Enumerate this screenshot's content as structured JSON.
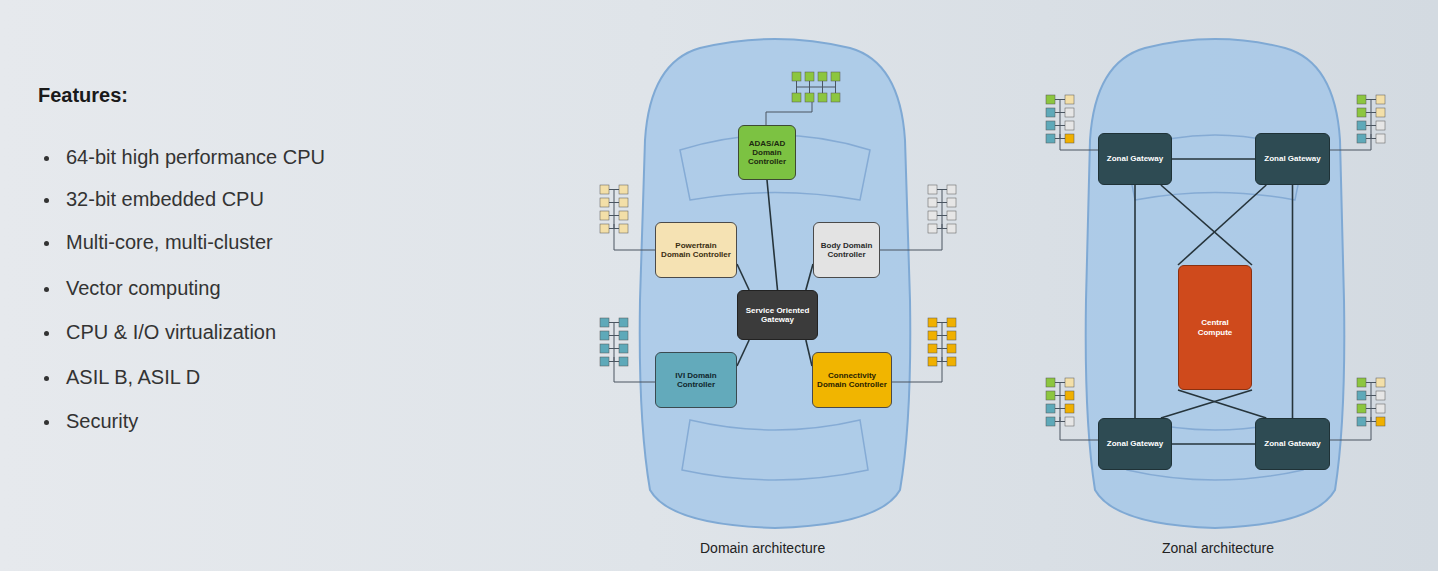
{
  "diagram": {
    "title": "Features:",
    "nodes": [
      {
        "text": [
          "ADAS/AD Domain Controller"
        ]
      },
      {
        "text": [
          "Powertrain Domain Controller"
        ]
      },
      {
        "text": [
          "Body Domain Controller"
        ]
      },
      {
        "text": [
          "Service Oriented Gateway"
        ]
      },
      {
        "text": [
          "IVI Domain Controller"
        ]
      },
      {
        "text": [
          "Connectivity Domain Controller"
        ]
      },
      {
        "text": [
          "Zonal Gateway"
        ]
      },
      {
        "text": [
          "Zonal Gateway"
        ]
      },
      {
        "text": [
          "Central Compute"
        ]
      },
      {
        "text": [
          "Zonal Gateway"
        ]
      },
      {
        "text": [
          "Zonal Gateway"
        ]
      }
    ],
    "edges": [
      {
        "from": 0,
        "to": 3,
        "arrow": "none"
      },
      {
        "from": 1,
        "to": 3,
        "arrow": "none"
      },
      {
        "from": 2,
        "to": 3,
        "arrow": "none"
      },
      {
        "from": 4,
        "to": 3,
        "arrow": "none"
      },
      {
        "from": 5,
        "to": 3,
        "arrow": "none"
      },
      {
        "from": 6,
        "to": 7,
        "arrow": "none"
      },
      {
        "from": 6,
        "to": 9,
        "arrow": "none"
      },
      {
        "from": 7,
        "to": 10,
        "arrow": "none"
      },
      {
        "from": 9,
        "to": 10,
        "arrow": "none"
      },
      {
        "from": 6,
        "to": 8,
        "arrow": "none"
      },
      {
        "from": 7,
        "to": 8,
        "arrow": "none"
      },
      {
        "from": 9,
        "to": 8,
        "arrow": "none"
      },
      {
        "from": 10,
        "to": 8,
        "arrow": "none"
      }
    ],
    "labels": [
      "64-bit high performance CPU",
      "32-bit embedded CPU",
      "Multi-core, multi-cluster",
      "Vector computing",
      "CPU & I/O virtualization",
      "ASIL B, ASIL D",
      "Security",
      "Domain architecture",
      "Zonal architecture"
    ]
  }
}
